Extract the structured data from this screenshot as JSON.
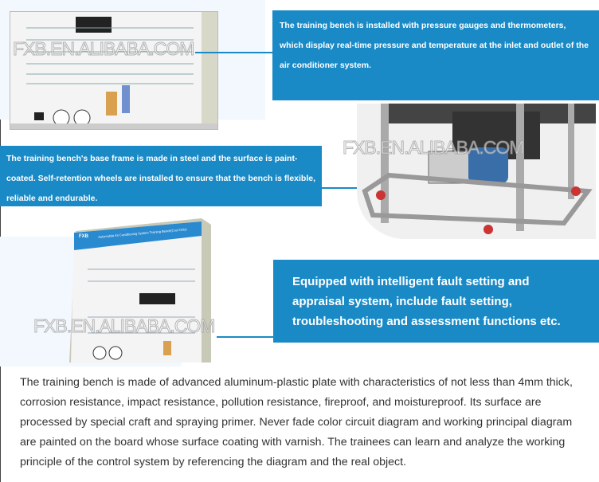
{
  "watermark": "FXB.EN.ALIBABA.COM",
  "panel_title": "Automobile Air Conditioning System Training Bench(Cool Only)",
  "brand_logo": "FXB",
  "callouts": [
    {
      "text": "The training bench is installed with pressure gauges and thermometers, which display real-time pressure and temperature at the inlet and outlet of the air conditioner system."
    },
    {
      "text": "The training bench's base frame is made in steel and the surface is paint-coated. Self-retention wheels are installed to ensure that the bench is flexible, reliable and endurable."
    },
    {
      "text": "Equipped with intelligent fault setting and appraisal system, include fault setting, troubleshooting and assessment functions etc."
    }
  ],
  "description": "The training bench is made of advanced aluminum-plastic plate with characteristics of not less than 4mm thick, corrosion resistance, impact resistance, pollution resistance, fireproof, and moistureproof. Its surface are processed by special craft and spraying primer. Never fade color circuit diagram and working principal diagram are painted on the board whose surface coating with varnish. The trainees can learn and analyze the working principle of the control system by referencing the diagram and the real object.",
  "colors": {
    "accent": "#1a8ac6"
  }
}
